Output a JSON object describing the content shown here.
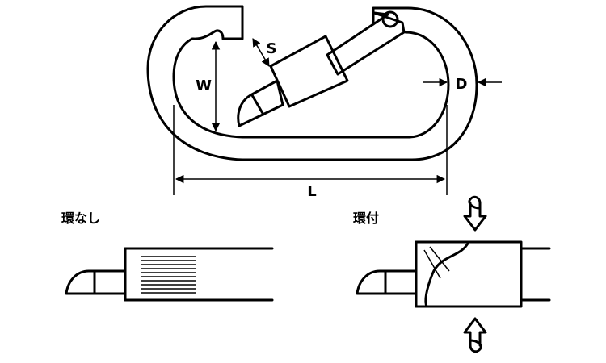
{
  "labels": {
    "w": "W",
    "s": "S",
    "d": "D",
    "l": "L"
  },
  "captions": {
    "without_ring": "環なし",
    "with_ring": "環付"
  },
  "colors": {
    "ink": "#000000",
    "paper": "#ffffff"
  }
}
